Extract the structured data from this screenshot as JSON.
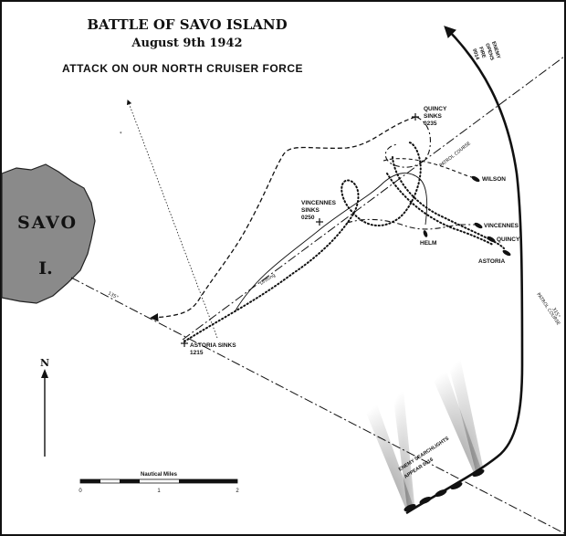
{
  "title": {
    "line1": "BATTLE OF SAVO ISLAND",
    "line2": "August 9th 1942",
    "subtitle": "ATTACK ON OUR NORTH CRUISER FORCE"
  },
  "island": {
    "name_line1": "SAVO",
    "name_line2": "I."
  },
  "events": {
    "quincy_sinks": [
      "QUINCY",
      "SINKS",
      "0235"
    ],
    "vincennes_sinks": [
      "VINCENNES",
      "SINKS",
      "0250"
    ],
    "astoria_sinks": [
      "ASTORIA SINKS",
      "1215"
    ],
    "enemy_opens_fire": [
      "ENEMY",
      "OPENS",
      "FIRE",
      "0014"
    ],
    "searchlights": [
      "ENEMY SEARCHLIGHTS",
      "APPEAR 0016"
    ]
  },
  "ships": {
    "wilson": "WILSON",
    "vincennes": "VINCENNES",
    "quincy": "QUINCY",
    "astoria": "ASTORIA",
    "helm": "HELM"
  },
  "course_labels": {
    "patrol_course_upper": "PATROL COURSE",
    "patrol_course_lower": "PATROL COURSE",
    "heading_upper": "315°",
    "heading_lower": "135°",
    "drifting": "Drifting"
  },
  "compass": {
    "north": "N"
  },
  "scale": {
    "title": "Nautical Miles",
    "ticks": [
      "0",
      "1",
      "2"
    ]
  },
  "colors": {
    "ink": "#111111",
    "island_fill": "#8a8a8a",
    "background": "#ffffff"
  }
}
